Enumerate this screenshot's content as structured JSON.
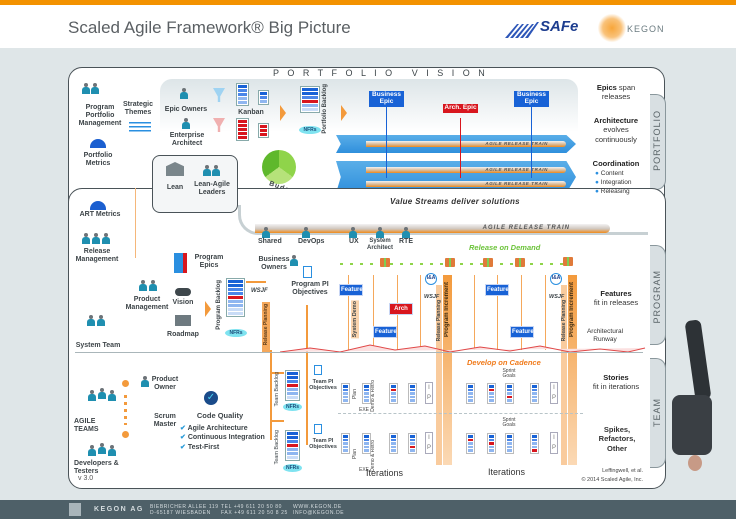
{
  "header": {
    "title": "Scaled Agile Framework® Big Picture",
    "safe_logo": "SAFe",
    "kegon_logo": "KEGON"
  },
  "colors": {
    "accent_orange": "#f39200",
    "epic_blue": "#1862d6",
    "epic_red": "#d8161e",
    "footer": "#4e6068"
  },
  "portfolio": {
    "vision": "P O R T F O L I O   V I S I O N",
    "tab": "PORTFOLIO",
    "program_portfolio_management": "Program Portfolio Management",
    "strategic_themes": "Strategic Themes",
    "portfolio_metrics": "Portfolio Metrics",
    "epic_owners": "Epic Owners",
    "enterprise_architect": "Enterprise Architect",
    "kanban": "Kanban",
    "portfolio_backlog": "Portfolio Backlog",
    "nfrs": "NFRs",
    "budgets": "Budgets",
    "lean": "Lean",
    "lean_agile_leaders": "Lean-Agile Leaders",
    "epics": [
      {
        "label": "Business Epic",
        "type": "business"
      },
      {
        "label": "Arch. Epic",
        "type": "architectural"
      },
      {
        "label": "Business Epic",
        "type": "business"
      }
    ],
    "train_label": "AGILE RELEASE TRAIN",
    "value_streams": "Value Streams deliver solutions",
    "notes": {
      "epics_bold": "Epics",
      "epics_rest": "span releases",
      "arch_bold": "Architecture",
      "arch_rest": "evolves continuously",
      "coord_bold": "Coordination",
      "coord_items": [
        "Content",
        "Integration",
        "Releasing"
      ]
    }
  },
  "program": {
    "tab": "PROGRAM",
    "art_metrics": "ART Metrics",
    "release_management": "Release Management",
    "system_team": "System Team",
    "product_management": "Product Management",
    "program_epics": "Program Epics",
    "vision": "Vision",
    "roadmap": "Roadmap",
    "program_backlog": "Program Backlog",
    "nfrs": "NFRs",
    "wsjf": "WSJF",
    "release_planning": "Release Planning",
    "business_owners": "Business Owners",
    "pi_objectives": "Program PI Objectives",
    "train_label": "AGILE RELEASE TRAIN",
    "roles": [
      "Shared",
      "DevOps",
      "UX",
      "System Architect",
      "RTE"
    ],
    "release_on_demand": "Release on Demand",
    "feature": "Feature",
    "arch": "Arch",
    "system_demo": "System Demo",
    "program_increment": "Program Increment",
    "ia": "I&A",
    "notes": {
      "features_bold": "Features",
      "features_rest": "fit in releases",
      "runway": "Architectural Runway"
    }
  },
  "team": {
    "tab": "TEAM",
    "agile_teams": "AGILE TEAMS",
    "product_owner": "Product Owner",
    "scrum_master": "Scrum Master",
    "developers_testers": "Developers & Testers",
    "code_quality": "Code Quality",
    "practices": [
      "Agile Architecture",
      "Continuous Integration",
      "Test-First"
    ],
    "team_backlog": "Team Backlog",
    "nfrs": "NFRs",
    "team_pi_objectives": "Team PI Objectives",
    "plan": "Plan",
    "exe": "EXE",
    "demo_retro": "Demo & Retro",
    "sprint_goals": "Sprint Goals",
    "ip": "I P",
    "develop_on_cadence": "Develop on Cadence",
    "iterations": "Iterations",
    "notes": {
      "stories_bold": "Stories",
      "stories_rest": "fit in iterations",
      "spikes": "Spikes, Refactors, Other"
    },
    "credit": "Leffingwell, et al.",
    "copyright": "© 2014 Scaled Agile, Inc.",
    "version": "v 3.0"
  },
  "footer": {
    "company": "KEGON AG",
    "address1": "BIEBRICHER ALLEE 119",
    "address2": "D-65187 WIESBADEN",
    "tel": "TEL +49 611 20 50 80",
    "fax": "FAX +49 611 20 50 8 25",
    "web": "WWW.KEGON.DE",
    "mail": "INFO@KEGON.DE"
  }
}
